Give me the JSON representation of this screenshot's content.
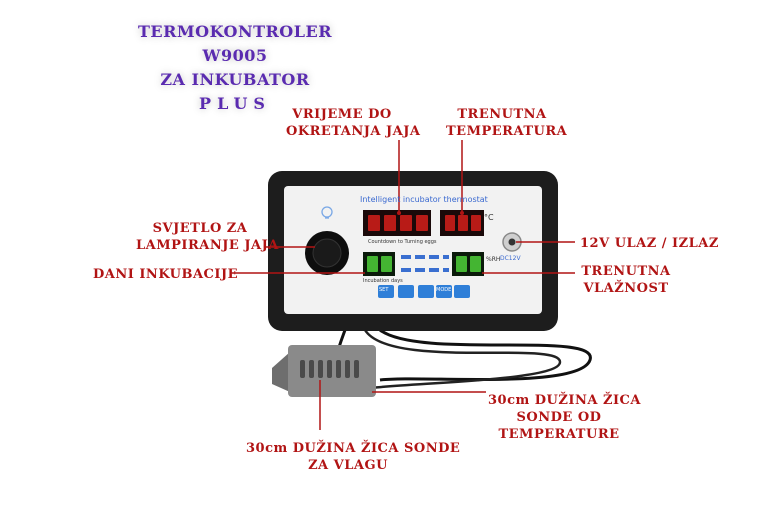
{
  "title": {
    "line1": "TERMOKONTROLER W9005",
    "line2": "ZA INKUBATOR",
    "line3": "PLUS"
  },
  "labels": {
    "vrijeme_do": "VRIJEME DO",
    "okretanja": "OKRETANJA JAJA",
    "trenutna_t1": "TRENUTNA",
    "trenutna_t2": "TEMPERATURA",
    "svjetlo1": "SVJETLO ZA",
    "svjetlo2": "LAMPIRANJE JAJA",
    "dani": "DANI INKUBACIJE",
    "ulaz": "12V ULAZ / IZLAZ",
    "vlaga1": "TRENUTNA",
    "vlaga2": "VLAŽNOST",
    "zica_t1": "30cm DUŽINA ŽICA",
    "zica_t2": "SONDE OD",
    "zica_t3": "TEMPERATURE",
    "zica_v1": "30cm DUŽINA ŽICA SONDE",
    "zica_v2": "ZA VLAGU"
  },
  "device": {
    "panel_title": "Intelligent incubator thermostat",
    "countdown_label": "Countdown to Turning eggs",
    "incubation_label": "Incubation days",
    "unit_c": "°C",
    "unit_rh": "%RH",
    "dc_label": "DC12V",
    "buttons": [
      "SET",
      "MODE"
    ]
  },
  "colors": {
    "label_red": "#b11414",
    "title_purple": "#5a2bb0",
    "led_red": "#e0201c",
    "led_green": "#4fd13a",
    "button_blue": "#2f7fd8"
  }
}
